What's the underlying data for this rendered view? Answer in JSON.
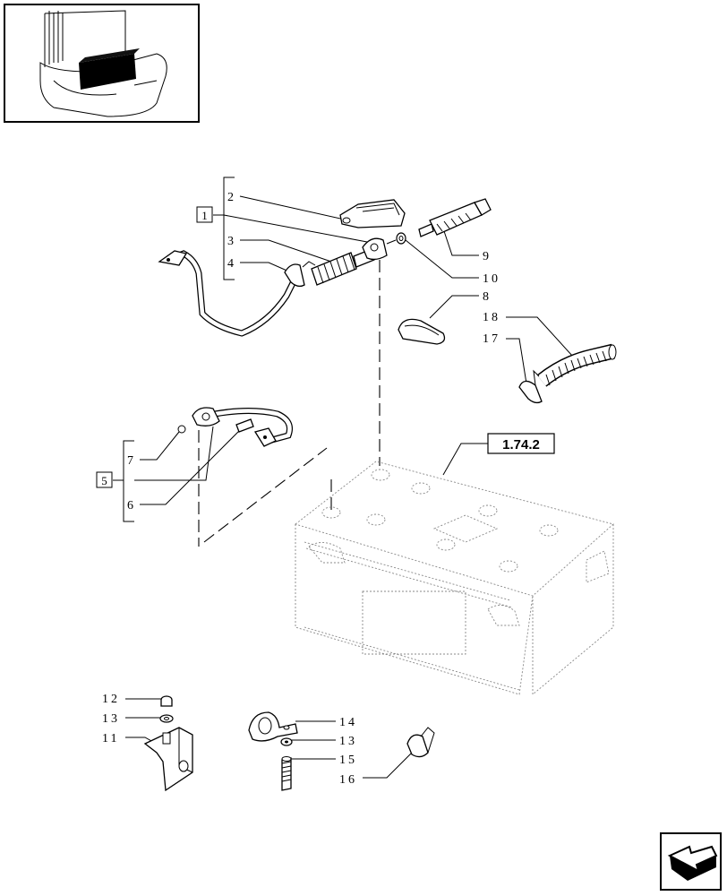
{
  "reference_box": "1.74.2",
  "group_labels": [
    "1",
    "5"
  ],
  "callouts": {
    "c1": "1",
    "c2": "2",
    "c3": "3",
    "c4": "4",
    "c5": "5",
    "c6": "6",
    "c7": "7",
    "c8": "8",
    "c9": "9",
    "c10": "10",
    "c11": "11",
    "c12": "12",
    "c13a": "13",
    "c13b": "13",
    "c14": "14",
    "c15": "15",
    "c16": "16",
    "c17": "17",
    "c18": "18"
  },
  "icons": {
    "thumbnail": "tractor-battery-location-thumbnail",
    "nav": "next-page-arrow-icon"
  }
}
